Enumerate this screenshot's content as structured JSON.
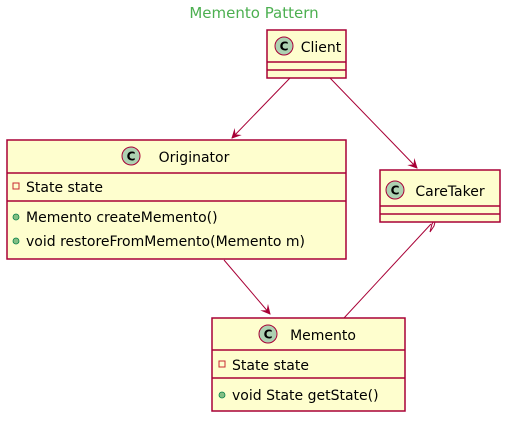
{
  "title": "Memento Pattern",
  "colors": {
    "title": "#4caf50",
    "class_fill": "#fefece",
    "class_border": "#a80036",
    "arrow": "#a80036",
    "stereotype_circle": "#add1b2",
    "stereotype_letter": "#000000",
    "private_marker": "#c82930",
    "public_marker": "#84be84"
  },
  "classes": {
    "client": {
      "name": "Client",
      "stereotype": "C"
    },
    "originator": {
      "name": "Originator",
      "stereotype": "C",
      "fields": [
        "State state"
      ],
      "methods": [
        "Memento createMemento()",
        "void restoreFromMemento(Memento m)"
      ]
    },
    "caretaker": {
      "name": "CareTaker",
      "stereotype": "C"
    },
    "memento": {
      "name": "Memento",
      "stereotype": "C",
      "fields": [
        "State state"
      ],
      "methods": [
        "void State getState()"
      ]
    }
  },
  "relations": [
    {
      "from": "Client",
      "to": "Originator",
      "type": "dependency"
    },
    {
      "from": "Client",
      "to": "CareTaker",
      "type": "dependency"
    },
    {
      "from": "Originator",
      "to": "Memento",
      "type": "dependency"
    },
    {
      "from": "CareTaker",
      "to": "Memento",
      "type": "aggregation"
    }
  ]
}
